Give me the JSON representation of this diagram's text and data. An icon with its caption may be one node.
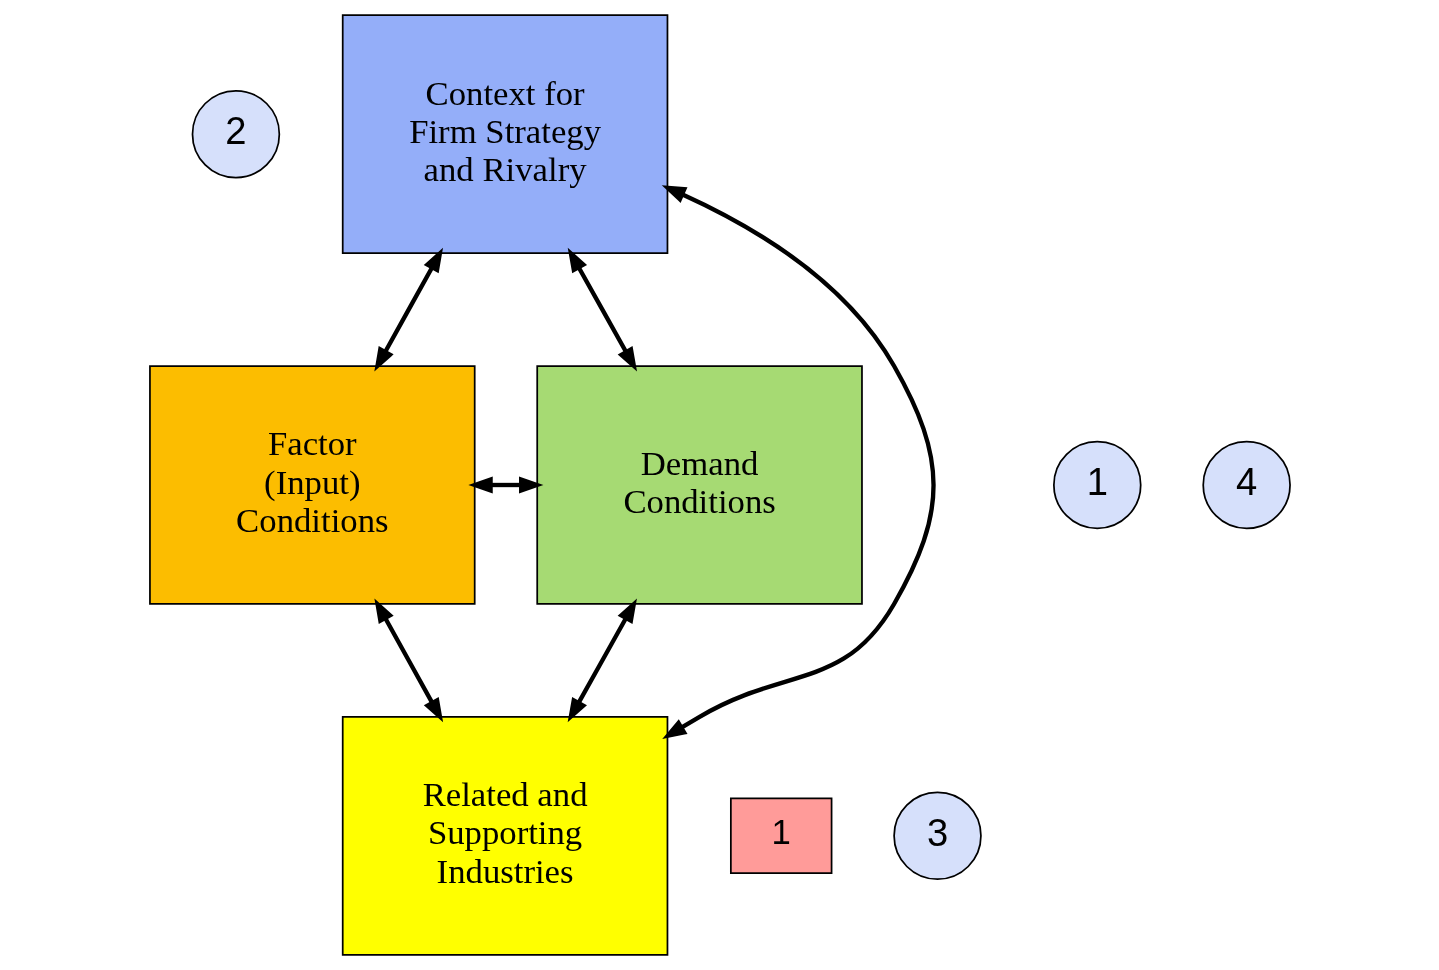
{
  "diagram": {
    "nodes": [
      {
        "text": [
          "2"
        ]
      },
      {
        "text": [
          "Context for Firm Strategy and Rivalry"
        ]
      },
      {
        "text": [
          "1"
        ]
      },
      {
        "text": [
          "Factor (Input) Conditions"
        ]
      },
      {
        "text": [
          "4"
        ]
      },
      {
        "text": [
          "Demand Conditions"
        ]
      },
      {
        "text": [
          "1"
        ]
      },
      {
        "text": [
          "3"
        ]
      },
      {
        "text": [
          "Related and Supporting Industries"
        ]
      }
    ],
    "edges": [
      {
        "from": 1,
        "to": 3,
        "arrow": "both"
      },
      {
        "from": 1,
        "to": 5,
        "arrow": "both"
      },
      {
        "from": 1,
        "to": 8,
        "arrow": "both"
      },
      {
        "from": 3,
        "to": 5,
        "arrow": "both"
      },
      {
        "from": 3,
        "to": 8,
        "arrow": "both"
      },
      {
        "from": 5,
        "to": 8,
        "arrow": "both"
      }
    ]
  }
}
